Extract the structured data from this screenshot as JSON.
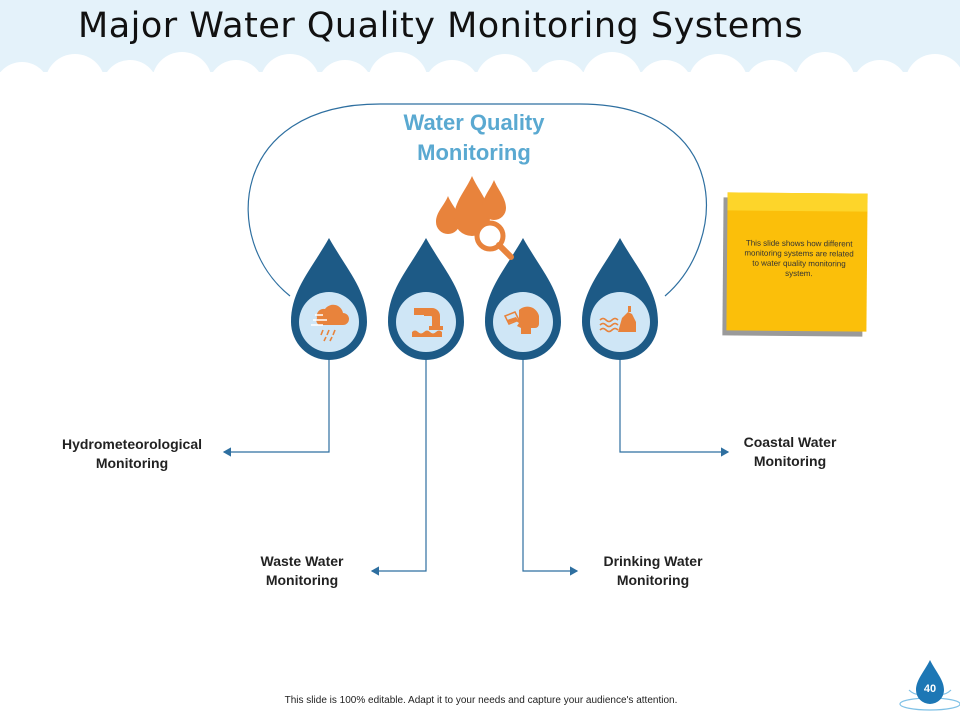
{
  "header": {
    "title": "Major Water Quality Monitoring Systems"
  },
  "diagram": {
    "center_title_line1": "Water Quality",
    "center_title_line2": "Monitoring",
    "items": [
      {
        "line1": "Hydrometeorological",
        "line2": "Monitoring",
        "icon": "weather-rain-icon"
      },
      {
        "line1": "Waste Water",
        "line2": "Monitoring",
        "icon": "pipe-outflow-icon"
      },
      {
        "line1": "Drinking Water",
        "line2": "Monitoring",
        "icon": "drinking-face-icon"
      },
      {
        "line1": "Coastal Water",
        "line2": "Monitoring",
        "icon": "coastal-cliff-icon"
      }
    ]
  },
  "note": {
    "text": "This slide shows how different monitoring systems are related to water quality monitoring system."
  },
  "footer": {
    "text": "This slide is 100% editable. Adapt it to your needs and capture your audience's attention.",
    "page_number": "40"
  },
  "colors": {
    "drop_dark": "#1d5a86",
    "drop_ring": "#cfe6f6",
    "accent_orange": "#e8833c",
    "title_blue": "#5aa9d1",
    "note_yellow": "#fbbf0a"
  }
}
